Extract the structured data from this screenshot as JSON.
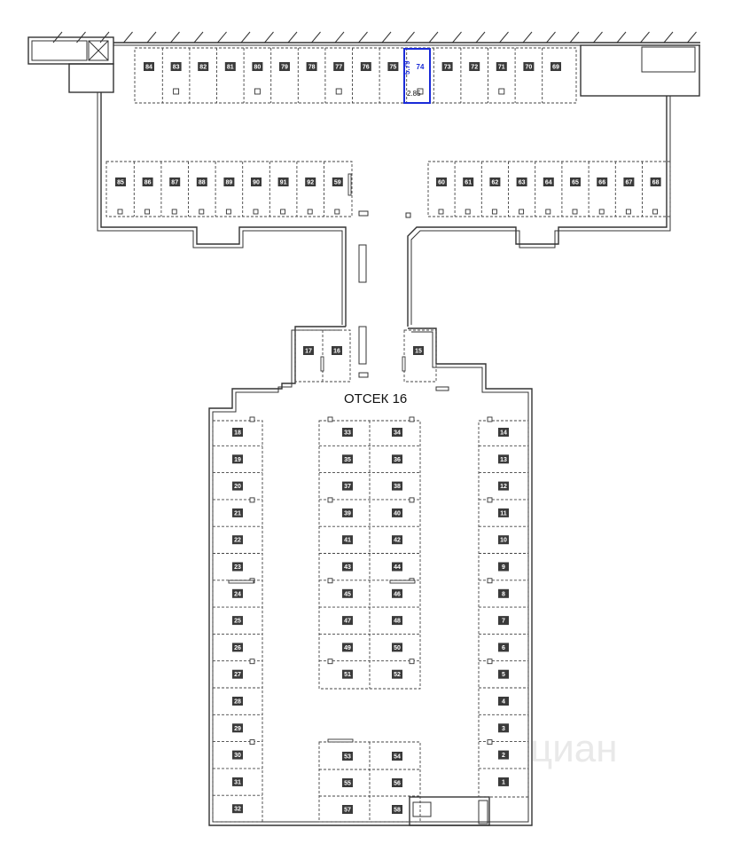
{
  "title": "ОТСЕК 16",
  "watermark": "циан",
  "highlight": {
    "space": "74",
    "length": "5.79",
    "width": "2.85",
    "color": "#1a2bd8"
  },
  "top_row": [
    "84",
    "83",
    "82",
    "81",
    "80",
    "79",
    "78",
    "77",
    "76",
    "75",
    "74",
    "73",
    "72",
    "71",
    "70",
    "69"
  ],
  "upper_left_row": [
    "85",
    "86",
    "87",
    "88",
    "89",
    "90",
    "91",
    "92",
    "59"
  ],
  "upper_right_row": [
    "60",
    "61",
    "62",
    "63",
    "64",
    "65",
    "66",
    "67",
    "68"
  ],
  "center_spaces": [
    "17",
    "16",
    "15"
  ],
  "left_column": [
    "18",
    "19",
    "20",
    "21",
    "22",
    "23",
    "24",
    "25",
    "26",
    "27",
    "28",
    "29",
    "30",
    "31",
    "32"
  ],
  "middle_left_column": [
    "33",
    "35",
    "37",
    "39",
    "41",
    "43",
    "45",
    "47",
    "49",
    "51"
  ],
  "middle_right_column": [
    "34",
    "36",
    "38",
    "40",
    "42",
    "44",
    "46",
    "48",
    "50",
    "52"
  ],
  "right_column": [
    "14",
    "13",
    "12",
    "11",
    "10",
    "9",
    "8",
    "7",
    "6",
    "5",
    "4",
    "3",
    "2",
    "1"
  ],
  "bottom_middle_left": [
    "53",
    "55",
    "57"
  ],
  "bottom_middle_right": [
    "54",
    "56",
    "58"
  ]
}
